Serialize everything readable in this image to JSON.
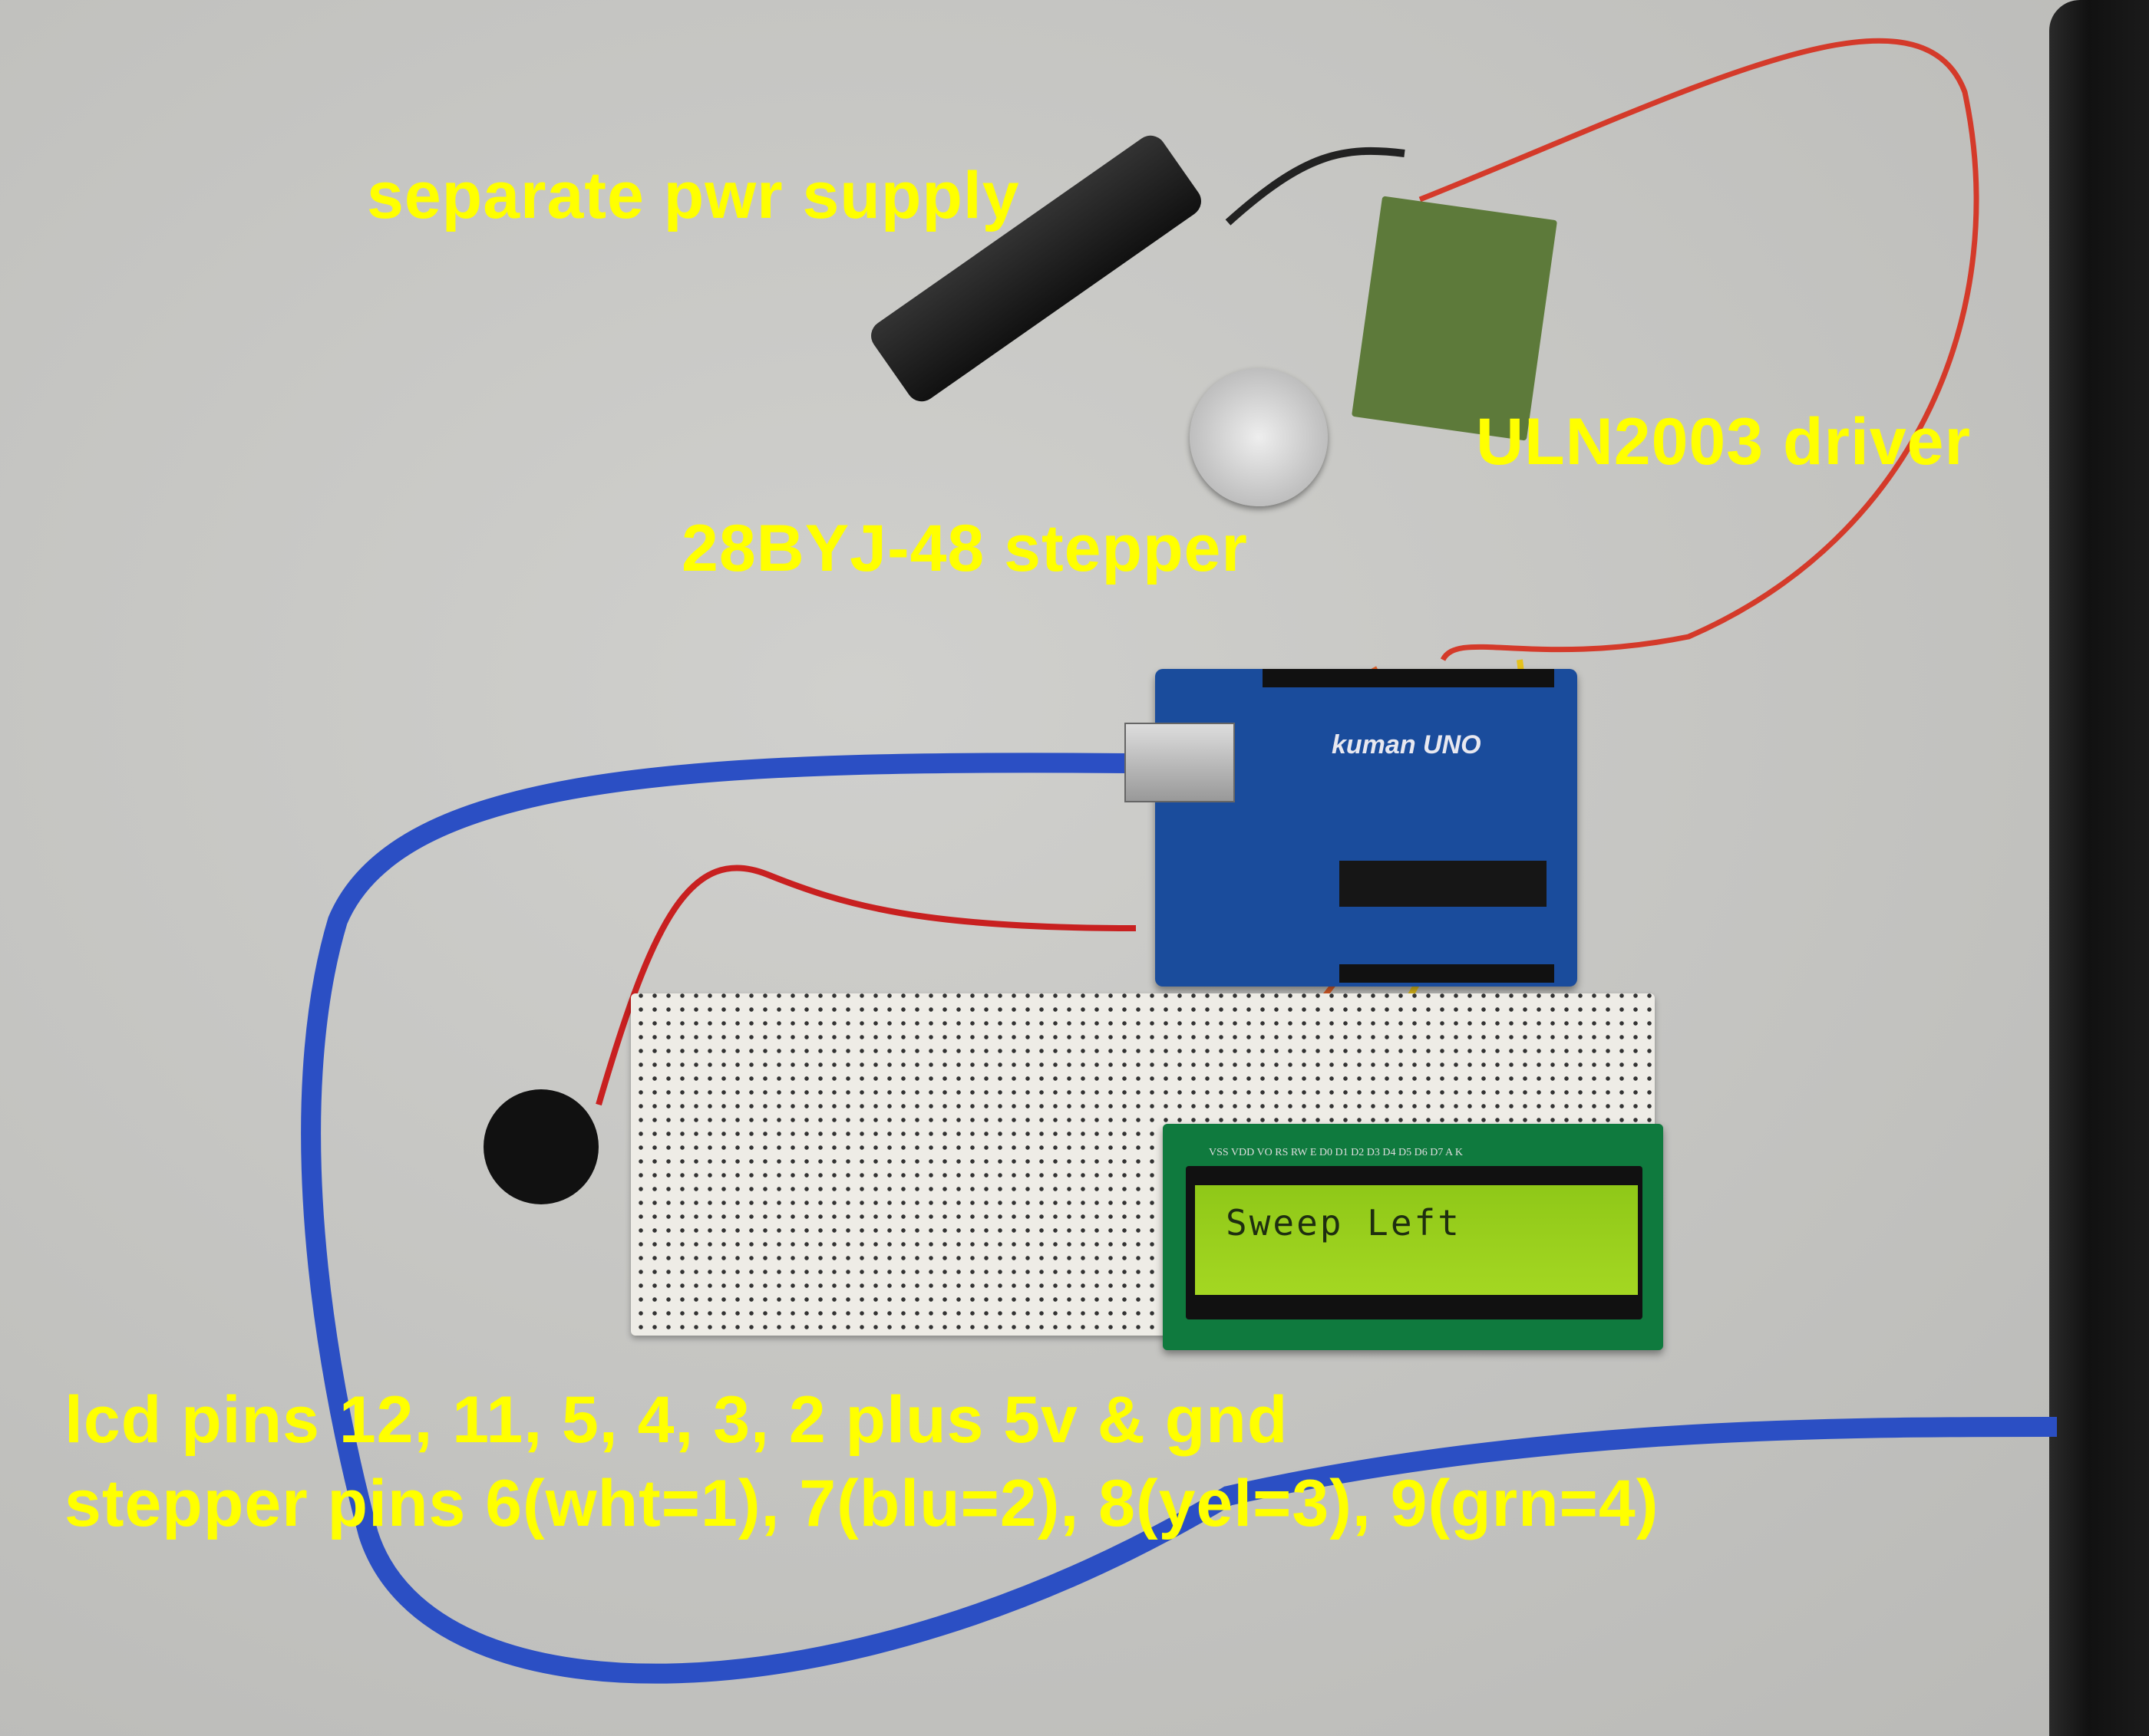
{
  "labels": {
    "power": "separate pwr supply",
    "driver": "ULN2003 driver",
    "stepper": "28BYJ-48 stepper",
    "lcd_pins": "lcd pins 12, 11, 5, 4, 3, 2 plus 5v & gnd",
    "stepper_pins": "stepper pins 6(wht=1), 7(blu=2), 8(yel=3), 9(grn=4)"
  },
  "lcd": {
    "line1": "Sweep Left",
    "pin_labels": "VSS VDD VO RS RW E D0 D1 D2 D3 D4 D5 D6 D7 A K"
  },
  "board": {
    "brand": "kuman UNO"
  },
  "colors": {
    "label": "#ffff00",
    "lcd_screen": "#9ccf1e",
    "cable": "#2b4fc4"
  }
}
